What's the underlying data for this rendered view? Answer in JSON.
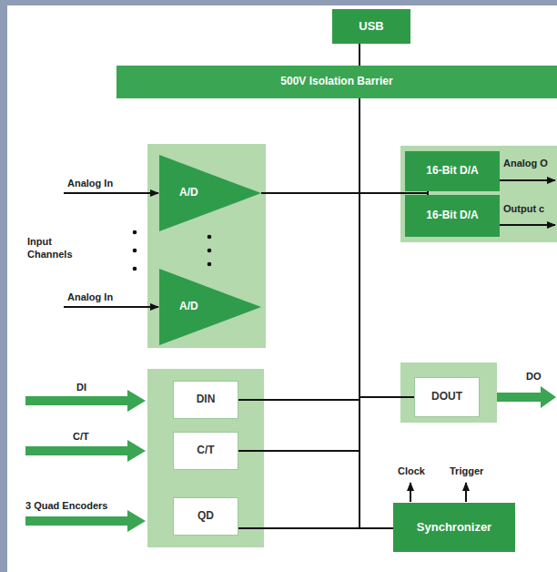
{
  "diagram": {
    "nodes": [
      {
        "text": [
          "USB"
        ]
      },
      {
        "text": [
          "500V Isolation Barrier"
        ]
      },
      {
        "text": [
          "A/D"
        ]
      },
      {
        "text": [
          "16-Bit D/A"
        ]
      },
      {
        "text": [
          "16-Bit D/A"
        ]
      },
      {
        "text": [
          "A/D"
        ]
      },
      {
        "text": [
          "DIN"
        ]
      },
      {
        "text": [
          "DOUT"
        ]
      },
      {
        "text": [
          "C/T"
        ]
      },
      {
        "text": [
          "QD"
        ]
      },
      {
        "text": [
          "Synchronizer"
        ]
      }
    ],
    "edges": [
      {
        "from": 0,
        "to": 1,
        "arrow": "none"
      },
      {
        "from": 1,
        "to": 2,
        "arrow": "none"
      },
      {
        "from": 1,
        "to": 3,
        "arrow": "none"
      },
      {
        "from": 1,
        "to": 4,
        "arrow": "none"
      },
      {
        "from": 1,
        "to": 6,
        "arrow": "none"
      },
      {
        "from": 1,
        "to": 7,
        "arrow": "none"
      },
      {
        "from": 1,
        "to": 8,
        "arrow": "none"
      },
      {
        "from": 1,
        "to": 9,
        "arrow": "none"
      },
      {
        "from": 1,
        "to": 10,
        "arrow": "none"
      }
    ],
    "labels": [
      "Analog In",
      "Analog In",
      "Input Channels",
      "Analog O",
      "Output c",
      "DI",
      "C/T",
      "3 Quad Encoders",
      "DO",
      "Clock",
      "Trigger"
    ]
  }
}
